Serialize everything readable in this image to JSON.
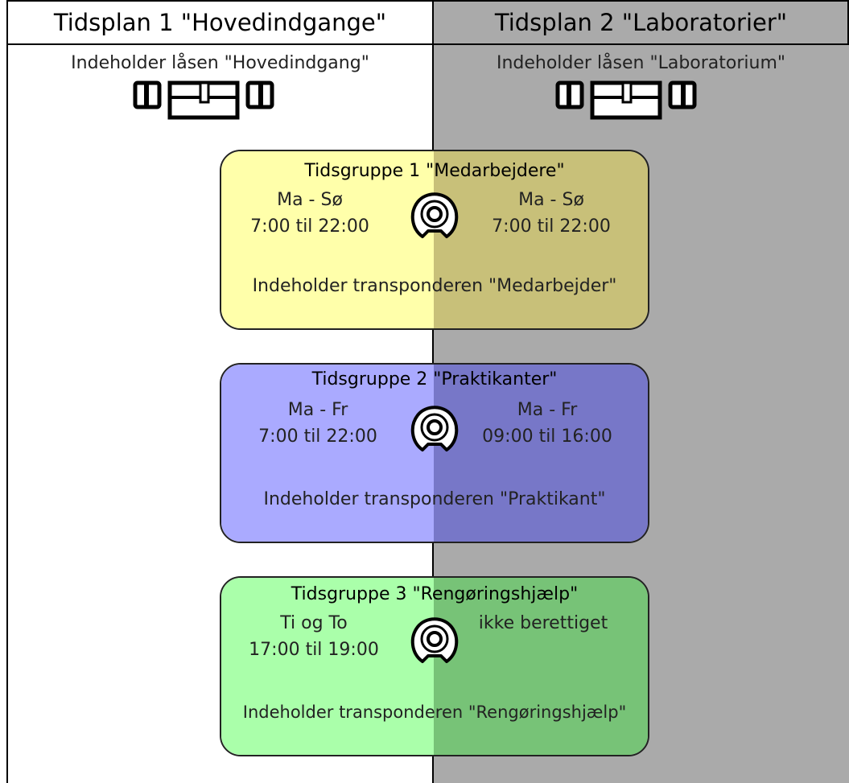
{
  "plans": [
    {
      "title": "Tidsplan 1 \"Hovedindgange\"",
      "lock_label": "Indeholder låsen \"Hovedindgang\""
    },
    {
      "title": "Tidsplan 2 \"Laboratorier\"",
      "lock_label": "Indeholder låsen \"Laboratorium\""
    }
  ],
  "groups": [
    {
      "title": "Tidsgruppe 1 \"Medarbejdere\"",
      "left_days": "Ma - Sø",
      "left_time": "7:00 til 22:00",
      "right_days": "Ma - Sø",
      "right_time": "7:00 til 22:00",
      "contains": "Indeholder transponderen \"Medarbejder\"",
      "color_left": "#ffffaa",
      "color_right": "#c8c079"
    },
    {
      "title": "Tidsgruppe 2 \"Praktikanter\"",
      "left_days": "Ma - Fr",
      "left_time": "7:00 til 22:00",
      "right_days": "Ma - Fr",
      "right_time": "09:00 til 16:00",
      "contains": "Indeholder transponderen \"Praktikant\"",
      "color_left": "#aaaaff",
      "color_right": "#7777c8"
    },
    {
      "title": "Tidsgruppe 3 \"Rengøringshjælp\"",
      "left_days": "Ti og To",
      "left_time": "17:00 til 19:00",
      "right_text": "ikke berettiget",
      "contains": "Indeholder transponderen \"Rengøringshjælp\"",
      "color_left": "#aaffaa",
      "color_right": "#77c377"
    }
  ],
  "colors": {
    "right_column_bg": "#aaaaaa",
    "line": "#000000"
  },
  "icons": [
    "lock-cylinder-icon",
    "transponder-key-icon"
  ]
}
